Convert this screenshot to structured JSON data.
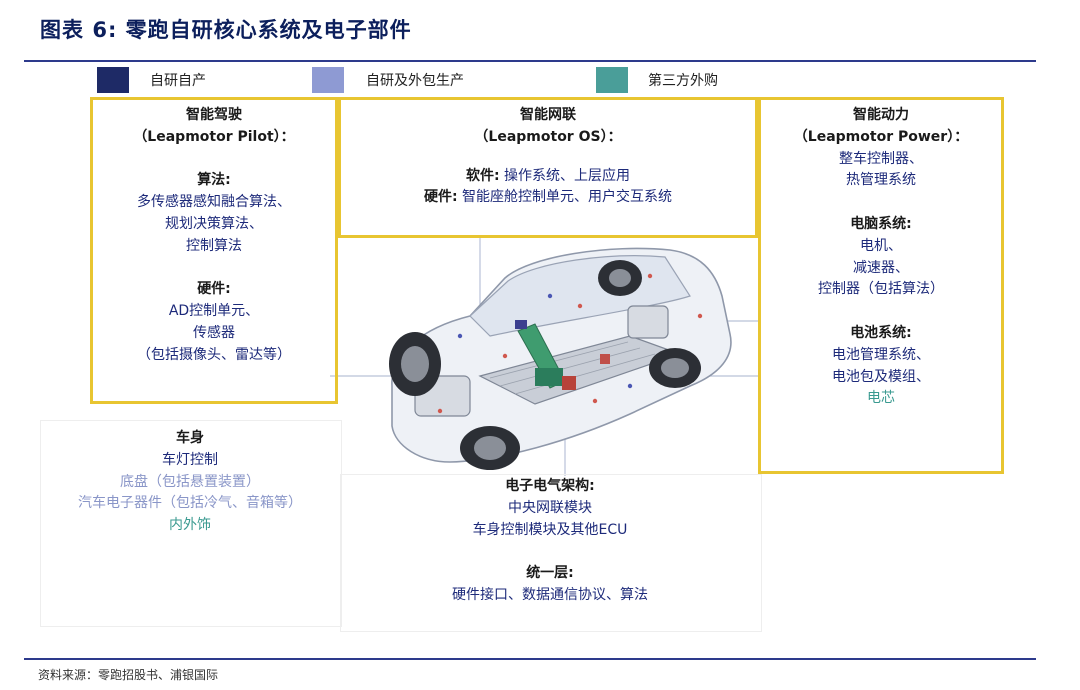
{
  "title": {
    "label": "图表",
    "num": "6",
    "text": ": 零跑自研核心系统及电子部件"
  },
  "legend": [
    {
      "label": "自研自产",
      "color": "#1e2a66"
    },
    {
      "label": "自研及外包生产",
      "color": "#8e9ad3"
    },
    {
      "label": "第三方外购",
      "color": "#4a9e99"
    }
  ],
  "pilot": {
    "title": "智能驾驶",
    "subtitle": "（Leapmotor Pilot）：",
    "algo_head": "算法:",
    "algo_items": [
      "多传感器感知融合算法、",
      "规划决策算法、",
      "控制算法"
    ],
    "hw_head": "硬件:",
    "hw_items": [
      "AD控制单元、",
      "传感器",
      "（包括摄像头、雷达等）"
    ]
  },
  "os": {
    "title": "智能网联",
    "subtitle": "（Leapmotor OS）：",
    "soft_head": "软件:",
    "soft_items": "操作系统、上层应用",
    "hw_head": "硬件:",
    "hw_items": "智能座舱控制单元、用户交互系统"
  },
  "power": {
    "title": "智能动力",
    "subtitle": "（Leapmotor Power）：",
    "items1": [
      "整车控制器、",
      "热管理系统"
    ],
    "brain_head": "电脑系统:",
    "brain_items": [
      "电机、",
      "减速器、",
      "控制器（包括算法）"
    ],
    "battery_head": "电池系统:",
    "battery_items": [
      "电池管理系统、",
      "电池包及模组、"
    ],
    "battery_cell": "电芯"
  },
  "body": {
    "head": "车身",
    "item1": "车灯控制",
    "item2": "底盘（包括悬置装置）",
    "item3": "汽车电子器件（包括冷气、音箱等）",
    "item4": "内外饰"
  },
  "ee": {
    "head": "电子电气架构:",
    "items": [
      "中央网联模块",
      "车身控制模块及其他ECU"
    ],
    "unify_head": "统一层:",
    "unify_items": "硬件接口、数据通信协议、算法"
  },
  "footer": "资料来源：零跑招股书、浦银国际"
}
